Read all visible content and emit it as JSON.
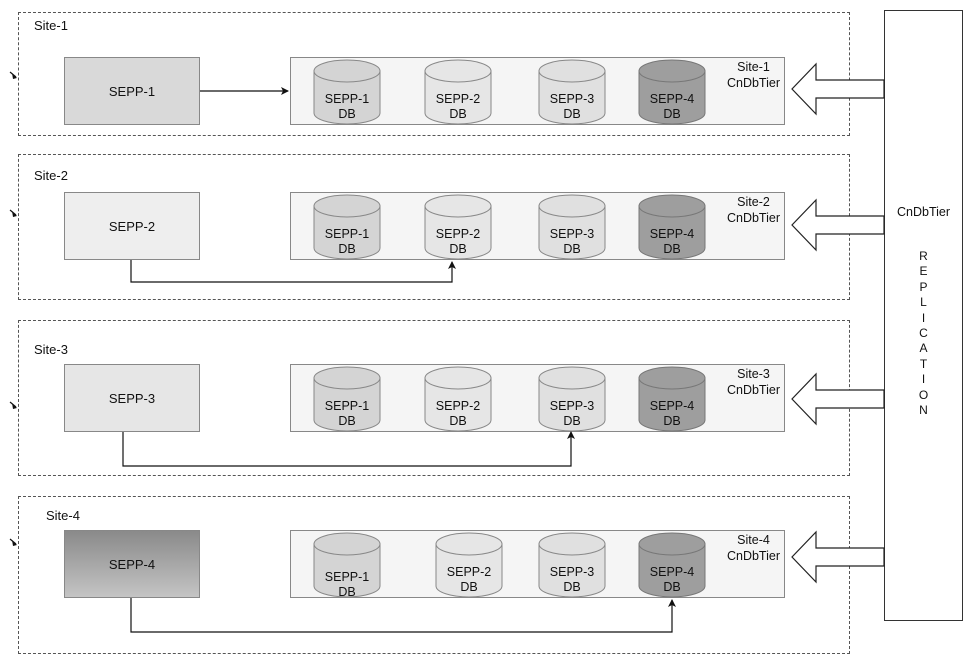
{
  "replication": {
    "title": "CnDbTier",
    "letters": [
      "R",
      "E",
      "P",
      "L",
      "I",
      "C",
      "A",
      "T",
      "I",
      "O",
      "N"
    ]
  },
  "sites": [
    {
      "label": "Site-1",
      "sepp_label": "SEPP-1",
      "sepp_fill": "#d9d9d9",
      "tier_label_line1": "Site-1",
      "tier_label_line2": "CnDbTier",
      "dbs": [
        {
          "line1": "SEPP-1",
          "line2": "DB",
          "fill": "#d4d4d4"
        },
        {
          "line1": "SEPP-2",
          "line2": "DB",
          "fill": "#e6e6e6"
        },
        {
          "line1": "SEPP-3",
          "line2": "DB",
          "fill": "#e0e0e0"
        },
        {
          "line1": "SEPP-4",
          "line2": "DB",
          "fill": "#9e9e9e"
        }
      ]
    },
    {
      "label": "Site-2",
      "sepp_label": "SEPP-2",
      "sepp_fill": "#eeeeee",
      "tier_label_line1": "Site-2",
      "tier_label_line2": "CnDbTier",
      "dbs": [
        {
          "line1": "SEPP-1",
          "line2": "DB",
          "fill": "#d4d4d4"
        },
        {
          "line1": "SEPP-2",
          "line2": "DB",
          "fill": "#e6e6e6"
        },
        {
          "line1": "SEPP-3",
          "line2": "DB",
          "fill": "#e0e0e0"
        },
        {
          "line1": "SEPP-4",
          "line2": "DB",
          "fill": "#9e9e9e"
        }
      ]
    },
    {
      "label": "Site-3",
      "sepp_label": "SEPP-3",
      "sepp_fill": "#e6e6e6",
      "tier_label_line1": "Site-3",
      "tier_label_line2": "CnDbTier",
      "dbs": [
        {
          "line1": "SEPP-1",
          "line2": "DB",
          "fill": "#d4d4d4"
        },
        {
          "line1": "SEPP-2",
          "line2": "DB",
          "fill": "#e6e6e6"
        },
        {
          "line1": "SEPP-3",
          "line2": "DB",
          "fill": "#e0e0e0"
        },
        {
          "line1": "SEPP-4",
          "line2": "DB",
          "fill": "#9e9e9e"
        }
      ]
    },
    {
      "label": "Site-4",
      "sepp_label": "SEPP-4",
      "sepp_fill": "#a6a6a6",
      "tier_label_line1": "Site-4",
      "tier_label_line2": "CnDbTier",
      "dbs": [
        {
          "line1": "SEPP-1",
          "line2": "DB",
          "fill": "#d4d4d4"
        },
        {
          "line1": "SEPP-2",
          "line2": "DB",
          "fill": "#e6e6e6"
        },
        {
          "line1": "SEPP-3",
          "line2": "DB",
          "fill": "#e0e0e0"
        },
        {
          "line1": "SEPP-4",
          "line2": "DB",
          "fill": "#9e9e9e"
        }
      ]
    }
  ]
}
